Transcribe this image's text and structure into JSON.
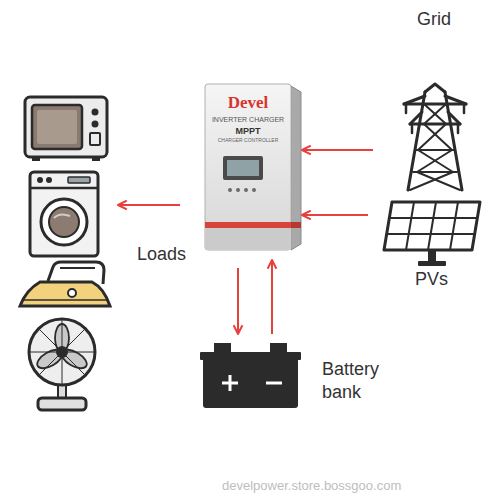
{
  "diagram": {
    "nodes": [
      {
        "text": [
          "Devel",
          "INVERTER CHARGER",
          "MPPT",
          "CHARGER CONTROLLER"
        ]
      },
      {
        "text": [
          "Loads"
        ]
      },
      {
        "text": [
          "Grid"
        ]
      },
      {
        "text": [
          "PVs"
        ]
      },
      {
        "text": [
          "Battery bank"
        ]
      }
    ],
    "edges": [
      {
        "from": 2,
        "to": 0,
        "arrow": "to"
      },
      {
        "from": 3,
        "to": 0,
        "arrow": "to"
      },
      {
        "from": 0,
        "to": 1,
        "arrow": "to"
      },
      {
        "from": 0,
        "to": 4,
        "arrow": "to"
      },
      {
        "from": 4,
        "to": 0,
        "arrow": "to"
      }
    ],
    "labels": [
      "develpower.store.bossgoo.com"
    ]
  }
}
